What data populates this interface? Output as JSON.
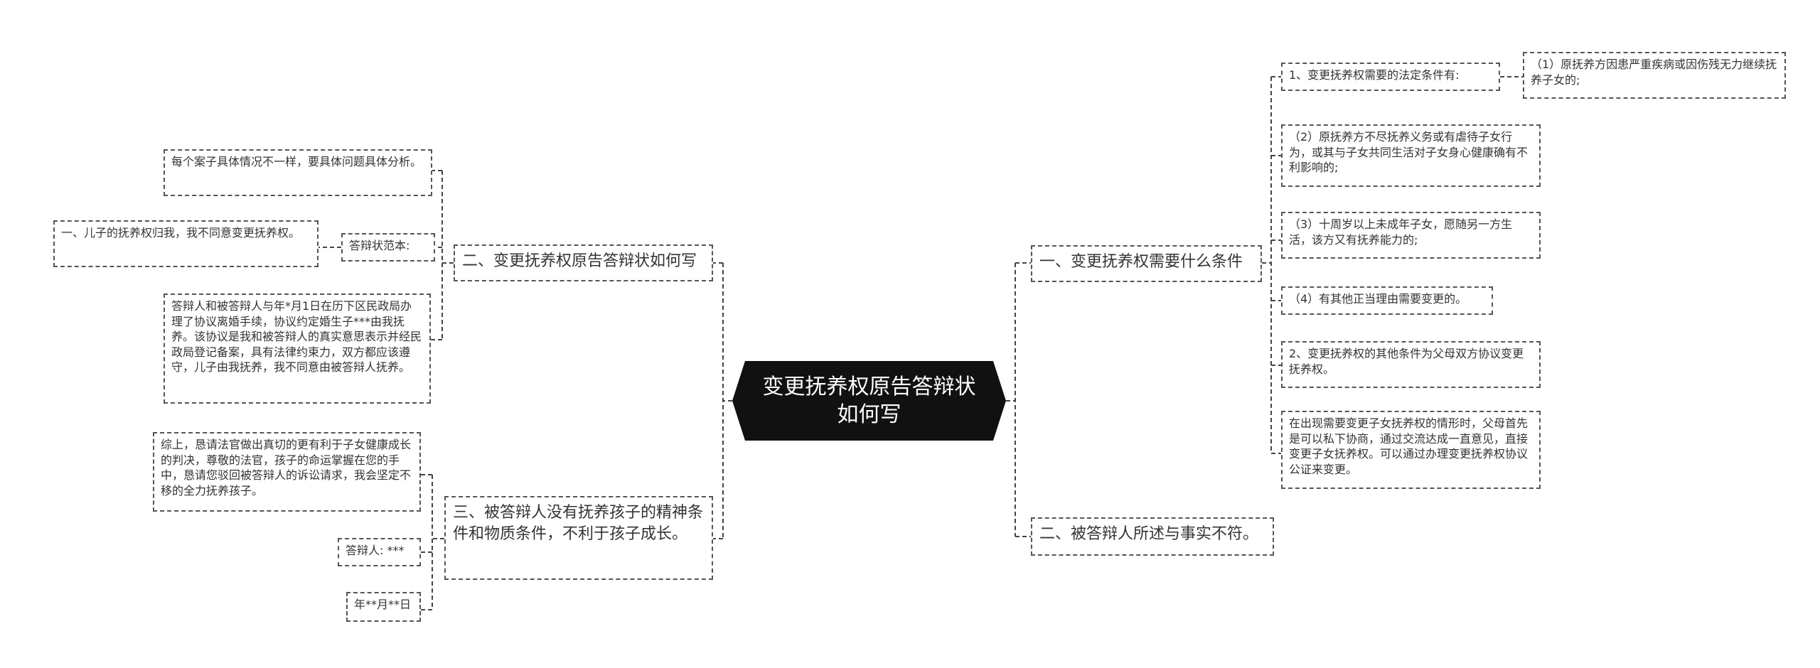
{
  "root": {
    "title": "变更抚养权原告答辩状如何写"
  },
  "right": {
    "branch1": {
      "label": "一、变更抚养权需要什么条件",
      "children": {
        "legal_conditions": "1、变更抚养权需要的法定条件有:",
        "condition_1": "（1）原抚养方因患严重疾病或因伤残无力继续抚养子女的;",
        "condition_2": "（2）原抚养方不尽抚养义务或有虐待子女行为，或其与子女共同生活对子女身心健康确有不利影响的;",
        "condition_3": "（3）十周岁以上未成年子女，愿随另一方生活，该方又有抚养能力的;",
        "condition_4": "（4）有其他正当理由需要变更的。",
        "other_conditions": "2、变更抚养权的其他条件为父母双方协议变更抚养权。",
        "negotiation": "在出现需要变更子女抚养权的情形时，父母首先是可以私下协商，通过交流达成一直意见，直接变更子女抚养权。可以通过办理变更抚养权协议公证来变更。"
      }
    },
    "branch2": {
      "label": "二、被答辩人所述与事实不符。"
    }
  },
  "left": {
    "branch1": {
      "label": "二、变更抚养权原告答辩状如何写",
      "children": {
        "case_note": "每个案子具体情况不一样，要具体问题具体分析。",
        "sample_label": "答辩状范本:",
        "sample_text": "一、儿子的抚养权归我，我不同意变更抚养权。",
        "agreement": "答辩人和被答辩人与年*月1日在历下区民政局办理了协议离婚手续，协议约定婚生子***由我抚养。该协议是我和被答辩人的真实意思表示并经民政局登记备案，具有法律约束力，双方都应该遵守，儿子由我抚养，我不同意由被答辩人抚养。"
      }
    },
    "branch2": {
      "label": "三、被答辩人没有抚养孩子的精神条件和物质条件，不利于孩子成长。",
      "children": {
        "conclusion": "综上，恳请法官做出真切的更有利于子女健康成长的判决，尊敬的法官，孩子的命运掌握在您的手中，恳请您驳回被答辩人的诉讼请求，我会坚定不移的全力抚养孩子。",
        "respondent": "答辩人: ***",
        "date": "年**月**日"
      }
    }
  },
  "colors": {
    "root_bg": "#111111",
    "root_text": "#ffffff",
    "border": "#555555",
    "line": "#444444"
  }
}
